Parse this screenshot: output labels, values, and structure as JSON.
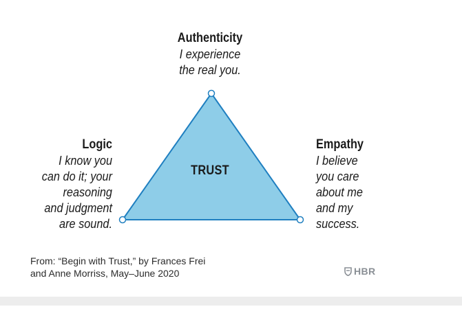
{
  "diagram": {
    "center_label": "TRUST",
    "triangle_fill": "#8ecde8",
    "triangle_stroke": "#1f7fc0",
    "top": {
      "title": "Authenticity",
      "lines": [
        "I experience",
        "the real you."
      ]
    },
    "left": {
      "title": "Logic",
      "lines": [
        "I know you",
        "can do it; your",
        "reasoning",
        "and judgment",
        "are sound."
      ]
    },
    "right": {
      "title": "Empathy",
      "lines": [
        "I believe",
        "you care",
        "about me",
        "and my",
        "success."
      ]
    }
  },
  "source": {
    "lines": [
      "From: “Begin with Trust,” by Frances Frei",
      "and Anne Morriss, May–June 2020"
    ]
  },
  "logo": {
    "text": "HBR",
    "icon": "shield-icon",
    "color": "#8a8f95"
  }
}
